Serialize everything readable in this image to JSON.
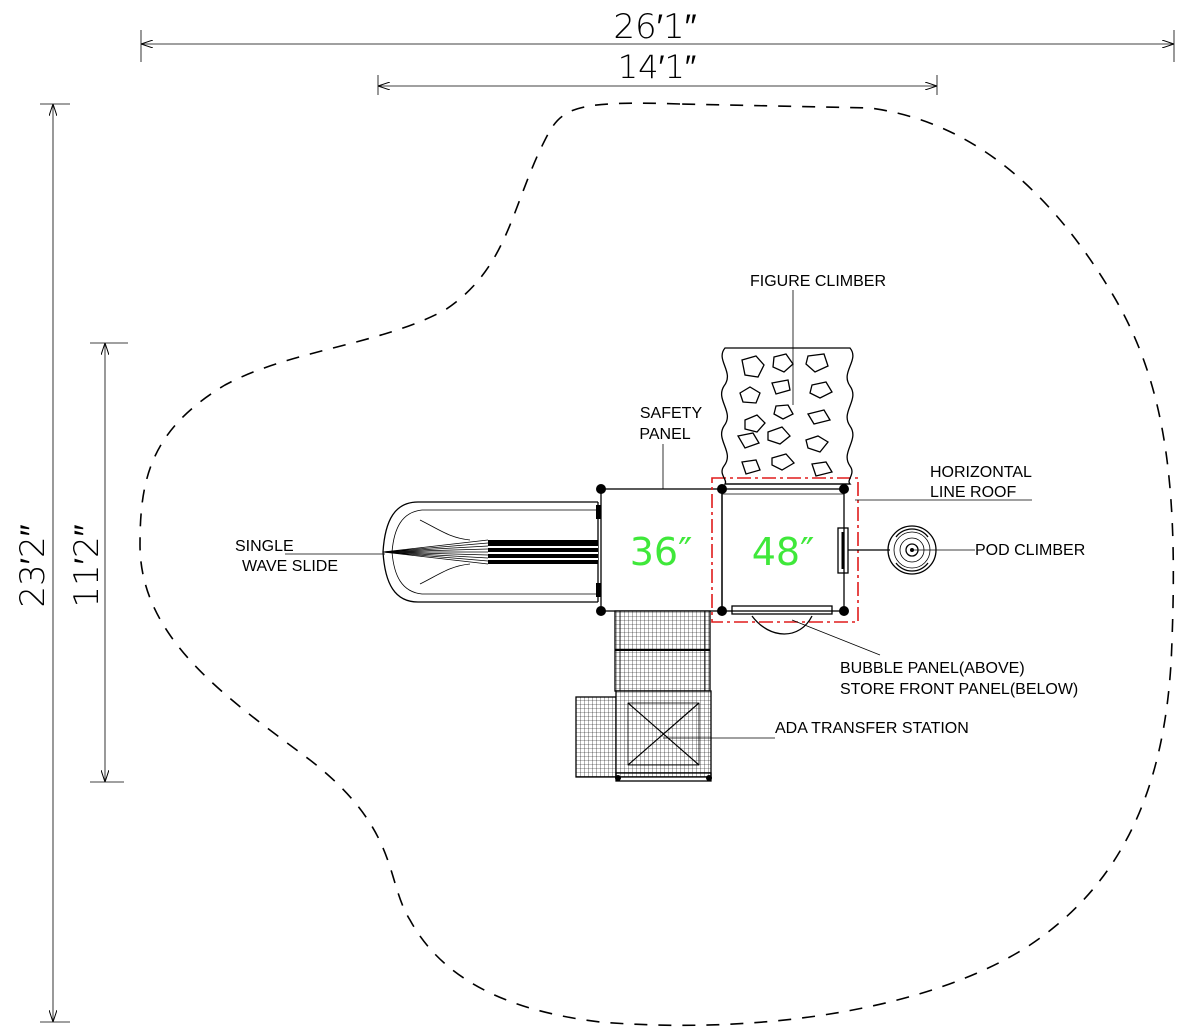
{
  "dimensions": {
    "overall_width": "26′1″",
    "structure_width": "14′1″",
    "overall_height": "23′2″",
    "structure_height": "11′2″"
  },
  "decks": {
    "deck_left": "36″",
    "deck_right": "48″"
  },
  "labels": {
    "figure_climber": "FIGURE CLIMBER",
    "safety_panel_line1": "SAFETY",
    "safety_panel_line2": "PANEL",
    "horizontal_roof_line1": "HORIZONTAL",
    "horizontal_roof_line2": "LINE ROOF",
    "slide_line1": "SINGLE",
    "slide_line2": "WAVE SLIDE",
    "pod_climber": "POD CLIMBER",
    "bubble_panel": "BUBBLE PANEL(ABOVE)",
    "store_front_panel": "STORE FRONT PANEL(BELOW)",
    "ada_transfer": "ADA TRANSFER STATION"
  },
  "colors": {
    "deck_text": "#3fe83a",
    "highlight_box": "#e01b1b",
    "line": "#000000"
  }
}
